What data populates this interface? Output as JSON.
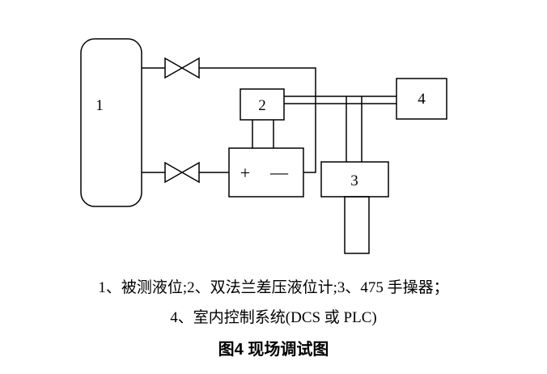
{
  "figure": {
    "labels": {
      "tank": "1",
      "transmitter": "2",
      "handheld": "3",
      "control_system": "4",
      "plus": "+",
      "minus": "—"
    },
    "legend_line1": "1、被测液位;2、双法兰差压液位计;3、475 手操器；",
    "legend_line2": "4、室内控制系统(DCS 或 PLC)",
    "title": "图4 现场调试图"
  }
}
